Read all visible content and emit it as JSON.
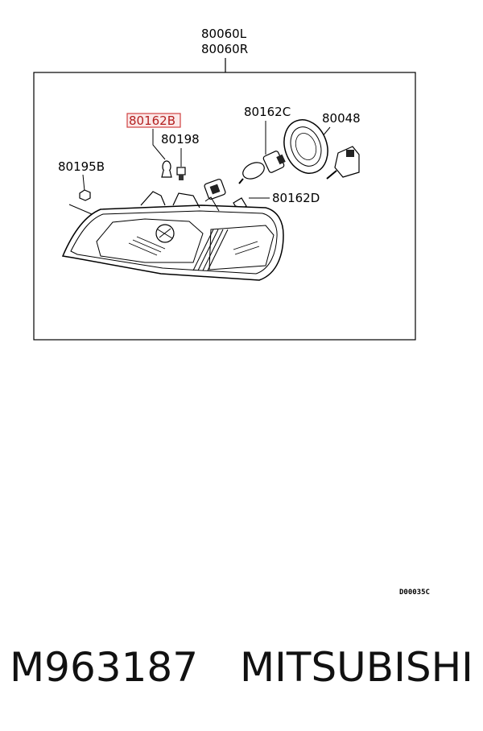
{
  "callouts": {
    "assembly_left": "80060L",
    "assembly_right": "80060R",
    "bulb_b": "80162B",
    "bulb_c": "80162C",
    "bulb_d": "80162D",
    "socket": "80198",
    "clip": "80195B",
    "cap": "80048"
  },
  "highlight_color": "#d04040",
  "drawing_code": "D00035C",
  "footer": {
    "part_number": "M963187",
    "brand": "MITSUBISHI"
  }
}
